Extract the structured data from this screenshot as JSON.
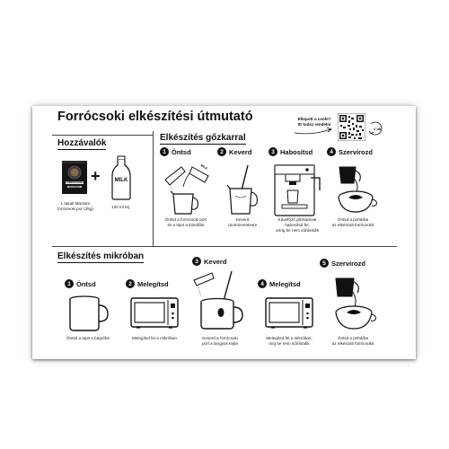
{
  "title": "Forrócsoki elkészítési útmutató",
  "qr": {
    "caption_line1": "Ellopott a csoki?",
    "caption_line2": "Itt tudsz rendelni",
    "side_text": "2 db"
  },
  "ingredients": {
    "heading": "Hozzávalók",
    "packet_brand": "MANTARO",
    "packet_name": "FORRÓCSOKI",
    "item1_line1": "1 tasak Mantaro",
    "item1_line2": "forrócsoki por (25g)",
    "plus_sign": "+",
    "milk_label": "MILK",
    "item2": "120 ml tej"
  },
  "steam": {
    "heading": "Elkészítés gőzkarral",
    "steps": [
      {
        "num": "1",
        "label": "Öntsd",
        "desc_line1": "Öntsd a forrócsoki port",
        "desc_line2": "és a tejet a kiöntőbe",
        "desc_line3": ""
      },
      {
        "num": "2",
        "label": "Keverd",
        "desc_line1": "Keverd",
        "desc_line2": "csomómentesre",
        "desc_line3": ""
      },
      {
        "num": "3",
        "label": "Habosítsd",
        "desc_line1": "Kávéfőző gőzkarával",
        "desc_line2": "habosítsd fel,",
        "desc_line3": "amíg be nem sűrűsödik"
      },
      {
        "num": "4",
        "label": "Szervírozd",
        "desc_line1": "Öntsd a pohárba",
        "desc_line2": "az elkészült forrócsokit",
        "desc_line3": ""
      }
    ]
  },
  "micro": {
    "heading": "Elkészítés mikróban",
    "steps": [
      {
        "num": "1",
        "label": "Öntsd",
        "desc_line1": "Öntsd a tejet a bögrébe",
        "desc_line2": ""
      },
      {
        "num": "2",
        "label": "Melegítsd",
        "desc_line1": "Melegítsd fel a mikróban",
        "desc_line2": ""
      },
      {
        "num": "3",
        "label": "Keverd",
        "desc_line1": "Keverd a forrócsoki",
        "desc_line2": "port a langyos tejbe"
      },
      {
        "num": "4",
        "label": "Melegítsd",
        "desc_line1": "Melegítsd fel a mikróban,",
        "desc_line2": "míg be nem sűrűsödik"
      },
      {
        "num": "5",
        "label": "Szervírozd",
        "desc_line1": "Öntsd a pohárba",
        "desc_line2": "az elkészült forrócsokit"
      }
    ]
  }
}
